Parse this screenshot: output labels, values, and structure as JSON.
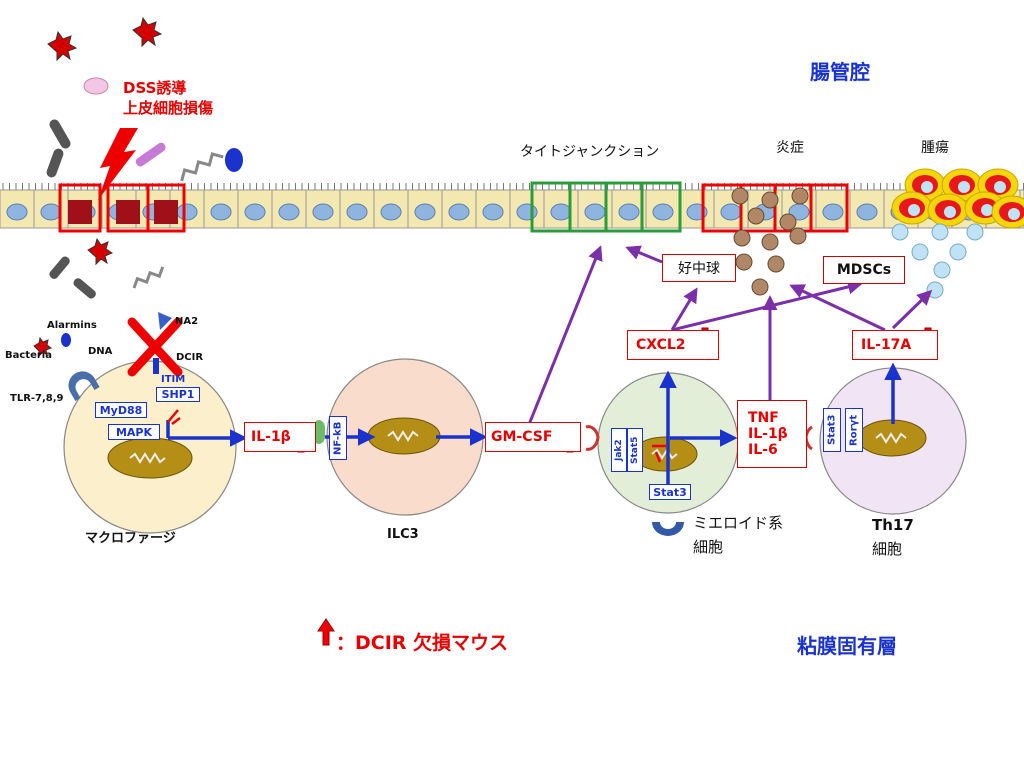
{
  "lumen_label": "腸管腔",
  "lamina_label": "粘膜固有層",
  "dss": {
    "line1": "DSS誘導",
    "line2": "上皮細胞損傷"
  },
  "tight_junction": "タイトジャンクション",
  "inflammation": "炎症",
  "tumor": "腫瘍",
  "ligands": {
    "alarmins": "Alarmins",
    "bacteria": "Bacteria",
    "dna": "DNA",
    "na2": "NA2",
    "dcir": "DCIR",
    "tlr": "TLR-7,8,9"
  },
  "macrophage": {
    "label": "マクロファージ",
    "myd88": "MyD88",
    "mapk": "MAPK",
    "itim": "ITIM",
    "shp1": "SHP1"
  },
  "il1b_box": "IL-1β",
  "ilc3": {
    "label": "ILC3",
    "nfkb": "NF-kB"
  },
  "gmcsf_box": "GM-CSF",
  "myeloid": {
    "label1": "ミエロイド系",
    "label2": "細胞",
    "jak2": "Jak2",
    "stat5": "Stat5",
    "stat3": "Stat3"
  },
  "cytokines": {
    "tnf": "TNF",
    "il1b": "IL-1β",
    "il6": "IL-6"
  },
  "th17": {
    "label1": "Th17",
    "label2": "細胞",
    "stat3": "Stat3",
    "rorgt": "Rorγt"
  },
  "cxcl2_box": "CXCL2",
  "il17a_box": "IL-17A",
  "neutrophil_box": "好中球",
  "mdsc_box": "MDSCs",
  "legend": "：DCIR 欠損マウス",
  "colors": {
    "red": "#e60000",
    "blue": "#1a33cc",
    "purple": "#7b2fa8",
    "green": "#2a9d3a"
  }
}
